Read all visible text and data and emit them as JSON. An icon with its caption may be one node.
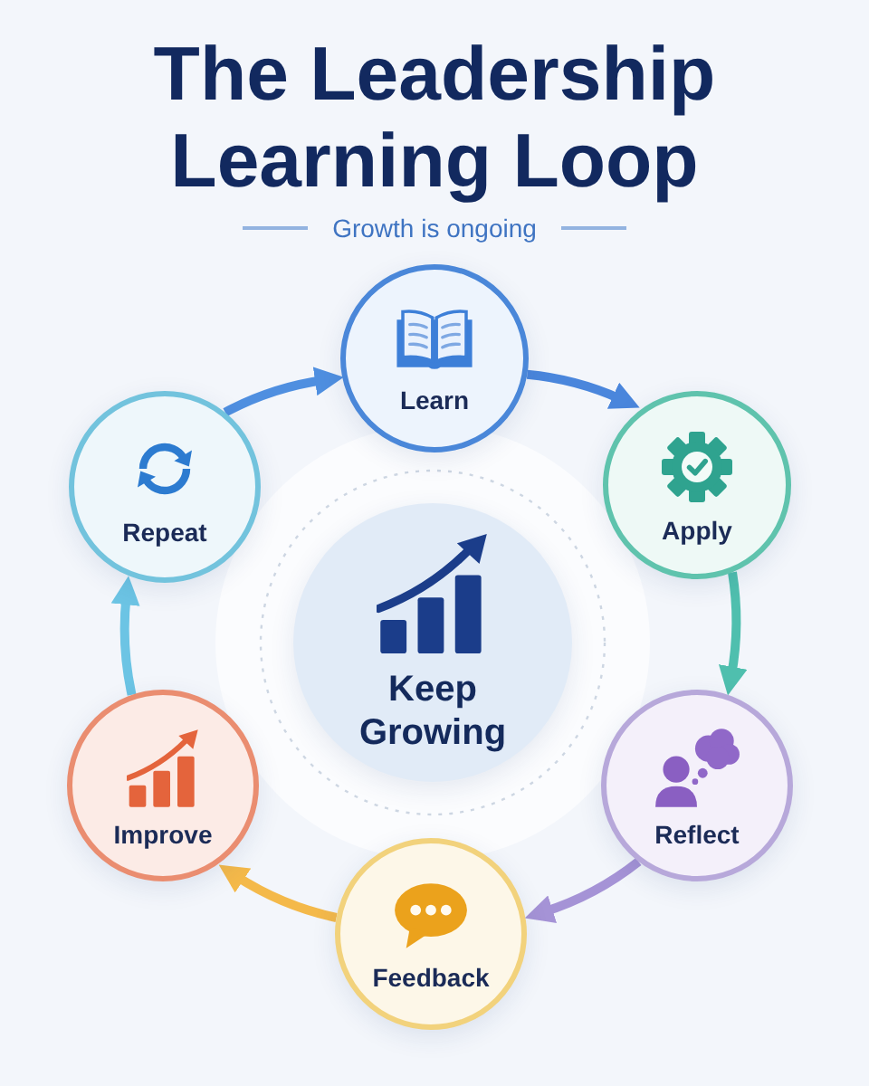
{
  "diagram": {
    "title": "The Leadership Learning Loop",
    "nodes": [
      {
        "text": [
          "Learn"
        ]
      },
      {
        "text": [
          "Apply"
        ]
      },
      {
        "text": [
          "Reflect"
        ]
      },
      {
        "text": [
          "Feedback"
        ]
      },
      {
        "text": [
          "Improve"
        ]
      },
      {
        "text": [
          "Repeat"
        ]
      },
      {
        "text": [
          "Keep Growing"
        ]
      }
    ],
    "edges": [
      {
        "from": 0,
        "to": 1,
        "arrow": "to",
        "color": "#4a86dc"
      },
      {
        "from": 1,
        "to": 2,
        "arrow": "to",
        "color": "#4fbfae"
      },
      {
        "from": 2,
        "to": 3,
        "arrow": "to",
        "color": "#a593d6"
      },
      {
        "from": 3,
        "to": 4,
        "arrow": "to",
        "color": "#f4b94a"
      },
      {
        "from": 4,
        "to": 5,
        "arrow": "to",
        "color": "#6cc4e4"
      },
      {
        "from": 5,
        "to": 0,
        "arrow": "to",
        "color": "#4f8fe0"
      }
    ],
    "labels": [
      "Growth is ongoing"
    ]
  }
}
